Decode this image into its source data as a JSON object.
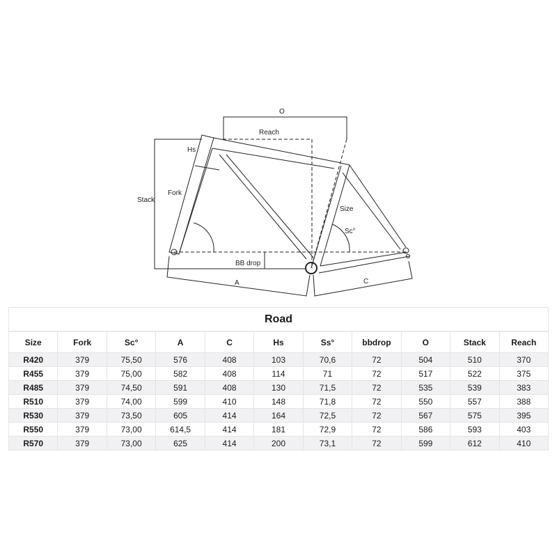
{
  "diagram": {
    "labels": {
      "o": "O",
      "reach": "Reach",
      "hs": "Hs",
      "fork": "Fork",
      "stack": "Stack",
      "size": "Size",
      "sc": "Sc°",
      "bb_drop": "BB drop",
      "a": "A",
      "c": "C"
    }
  },
  "table": {
    "title": "Road",
    "columns": [
      "Size",
      "Fork",
      "Sc°",
      "A",
      "C",
      "Hs",
      "Ss°",
      "bbdrop",
      "O",
      "Stack",
      "Reach"
    ],
    "rows": [
      [
        "R420",
        "379",
        "75,50",
        "576",
        "408",
        "103",
        "70,6",
        "72",
        "504",
        "510",
        "370"
      ],
      [
        "R455",
        "379",
        "75,00",
        "582",
        "408",
        "114",
        "71",
        "72",
        "517",
        "522",
        "375"
      ],
      [
        "R485",
        "379",
        "74,50",
        "591",
        "408",
        "130",
        "71,5",
        "72",
        "535",
        "539",
        "383"
      ],
      [
        "R510",
        "379",
        "74,00",
        "599",
        "410",
        "148",
        "71,8",
        "72",
        "550",
        "557",
        "388"
      ],
      [
        "R530",
        "379",
        "73,50",
        "605",
        "414",
        "164",
        "72,5",
        "72",
        "567",
        "575",
        "395"
      ],
      [
        "R550",
        "379",
        "73,00",
        "614,5",
        "414",
        "181",
        "72,9",
        "72",
        "586",
        "593",
        "403"
      ],
      [
        "R570",
        "379",
        "73,00",
        "625",
        "414",
        "200",
        "73,1",
        "72",
        "599",
        "612",
        "410"
      ]
    ]
  },
  "colors": {
    "line": "#222222",
    "row_alt": "#f1f1f3",
    "border": "#e4e4e4"
  }
}
